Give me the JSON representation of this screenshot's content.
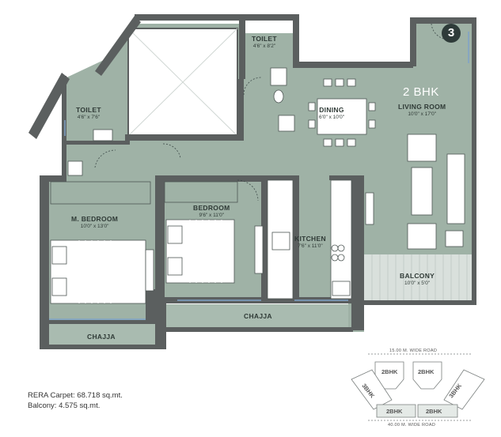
{
  "unit": {
    "number": "3",
    "type": "2 BHK"
  },
  "rooms": {
    "toilet_top": {
      "name": "TOILET",
      "size": "4'6\" x 8'2\""
    },
    "toilet_left": {
      "name": "TOILET",
      "size": "4'6\" x 7'6\""
    },
    "dining": {
      "name": "DINING",
      "size": "6'0\" x 10'0\""
    },
    "living": {
      "name": "LIVING ROOM",
      "size": "10'0\" x 17'0\""
    },
    "master_bedroom": {
      "name": "M. BEDROOM",
      "size": "10'0\" x 13'0\""
    },
    "bedroom": {
      "name": "BEDROOM",
      "size": "9'6\" x 11'0\""
    },
    "kitchen": {
      "name": "KITCHEN",
      "size": "7'6\" x 11'0\""
    },
    "balcony": {
      "name": "BALCONY",
      "size": "10'0\" x 5'0\""
    },
    "chajja_left": {
      "name": "CHAJJA"
    },
    "chajja_right": {
      "name": "CHAJJA"
    }
  },
  "areas": {
    "rera_carpet": "RERA Carpet: 68.718 sq.mt.",
    "balcony": "Balcony: 4.575 sq.mt."
  },
  "key_plan": {
    "road_top": "15.00 M. WIDE ROAD",
    "road_bottom": "40.00 M. WIDE ROAD",
    "units": [
      "2BHK",
      "2BHK",
      "3BHK",
      "3BHK",
      "2BHK",
      "2BHK"
    ]
  },
  "colors": {
    "floor": "#9fb2a6",
    "wall": "#5b5f5f",
    "balcony": "#d9e0dc"
  }
}
